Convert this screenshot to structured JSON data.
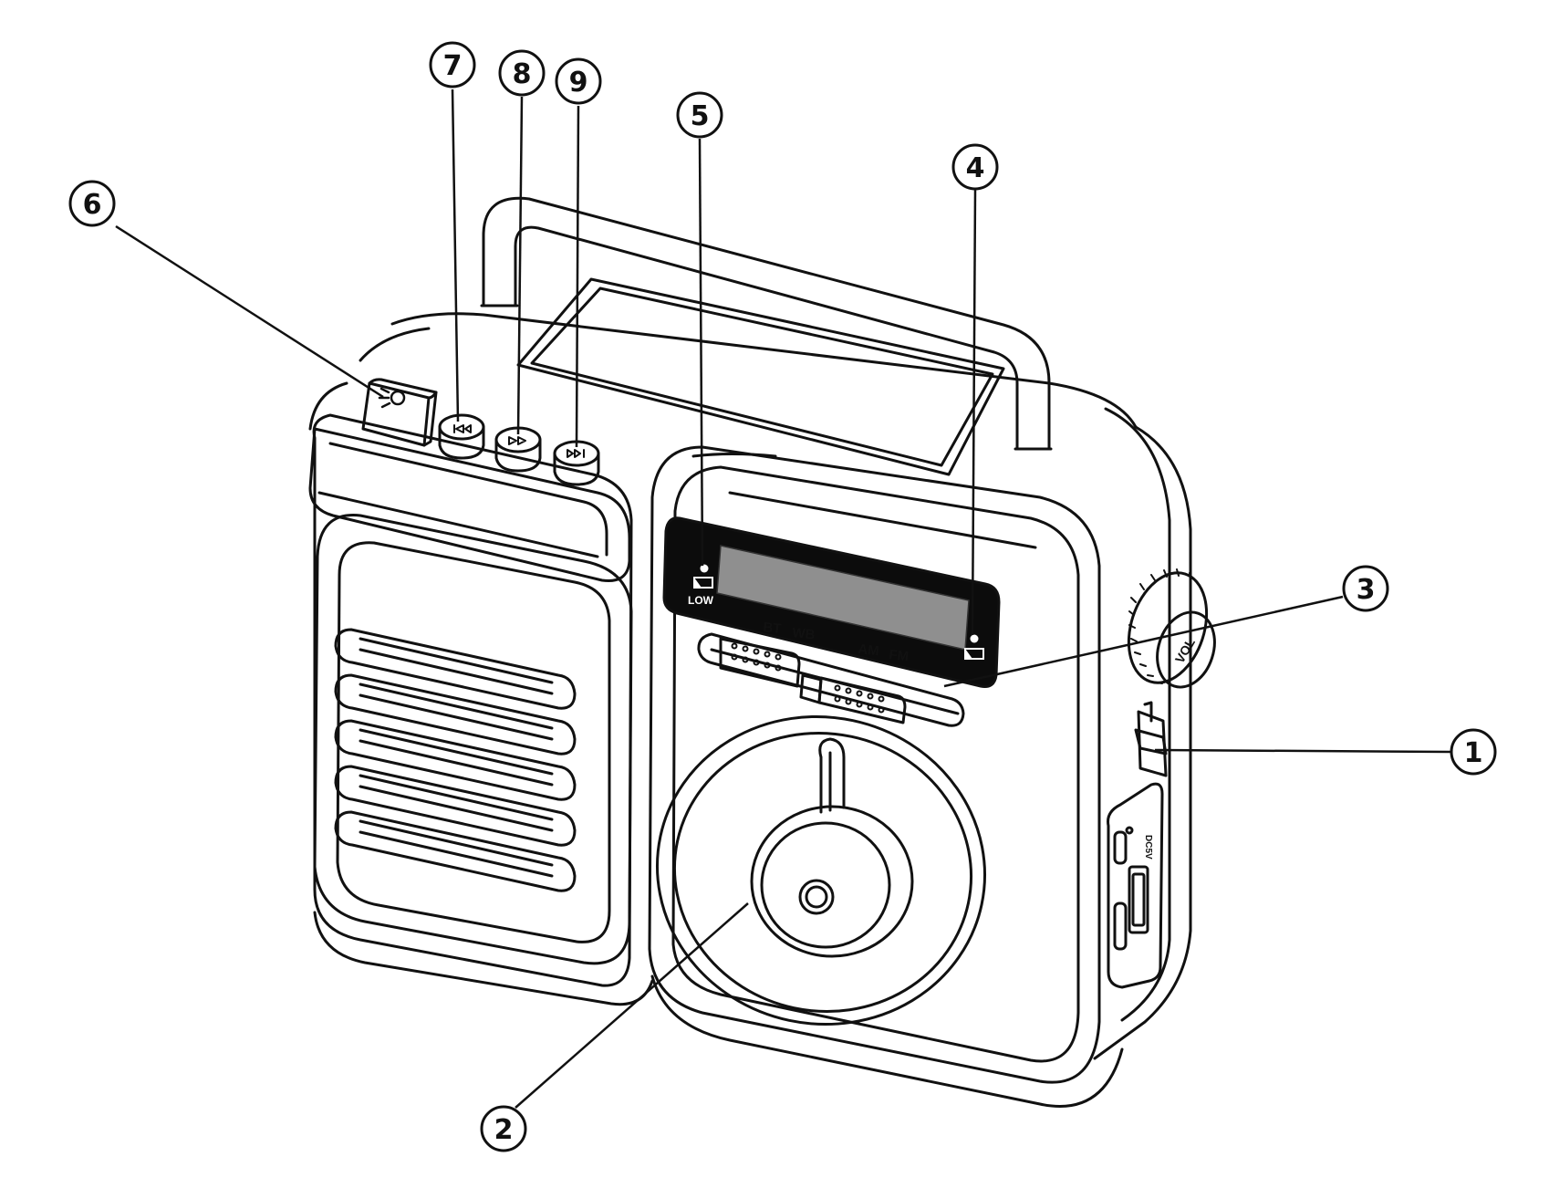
{
  "diagram": {
    "callouts": [
      {
        "number": "1",
        "target": "side-slider-switch"
      },
      {
        "number": "2",
        "target": "hand-crank"
      },
      {
        "number": "3",
        "target": "mode-selector-switch"
      },
      {
        "number": "4",
        "target": "charging-indicator-light"
      },
      {
        "number": "5",
        "target": "low-battery-indicator-light"
      },
      {
        "number": "6",
        "target": "flashlight-button"
      },
      {
        "number": "7",
        "target": "previous-button"
      },
      {
        "number": "8",
        "target": "play-pause-button"
      },
      {
        "number": "9",
        "target": "next-button"
      }
    ],
    "panel_labels": {
      "low": "LOW",
      "bt": "BT",
      "wb": "WB",
      "am": "AM",
      "fm": "FM",
      "vol": "VOL",
      "usb": "DC5V"
    },
    "icons": [
      "battery-low-icon",
      "battery-charge-icon",
      "flashlight-icon",
      "previous-icon",
      "play-pause-icon",
      "next-icon"
    ]
  }
}
